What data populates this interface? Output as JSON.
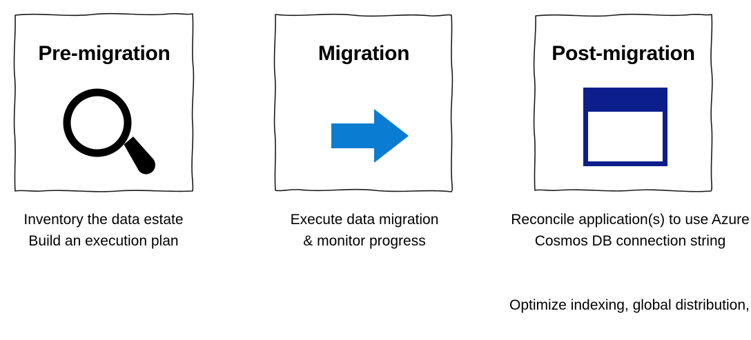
{
  "diagram": {
    "type": "three-phase-process",
    "title_text_color": "#000000",
    "background": "#ffffff",
    "accent_blue": "#0A7CD1",
    "accent_navy": "#0B1E8C",
    "panels": [
      {
        "id": "pre-migration",
        "title": "Pre-migration",
        "icon": "magnifier-icon",
        "caption_lines": [
          "Inventory the data estate",
          "Build an execution plan"
        ],
        "extra_caption_lines": []
      },
      {
        "id": "migration",
        "title": "Migration",
        "icon": "right-arrow-icon",
        "caption_lines": [
          "Execute data migration",
          "& monitor progress"
        ],
        "extra_caption_lines": []
      },
      {
        "id": "post-migration",
        "title": "Post-migration",
        "icon": "application-window-icon",
        "caption_lines": [
          "Reconcile application(s) to use Azure Cosmos DB connection string"
        ],
        "extra_caption_lines": [
          "Optimize indexing, global distribution, consistency, etc."
        ]
      }
    ]
  }
}
